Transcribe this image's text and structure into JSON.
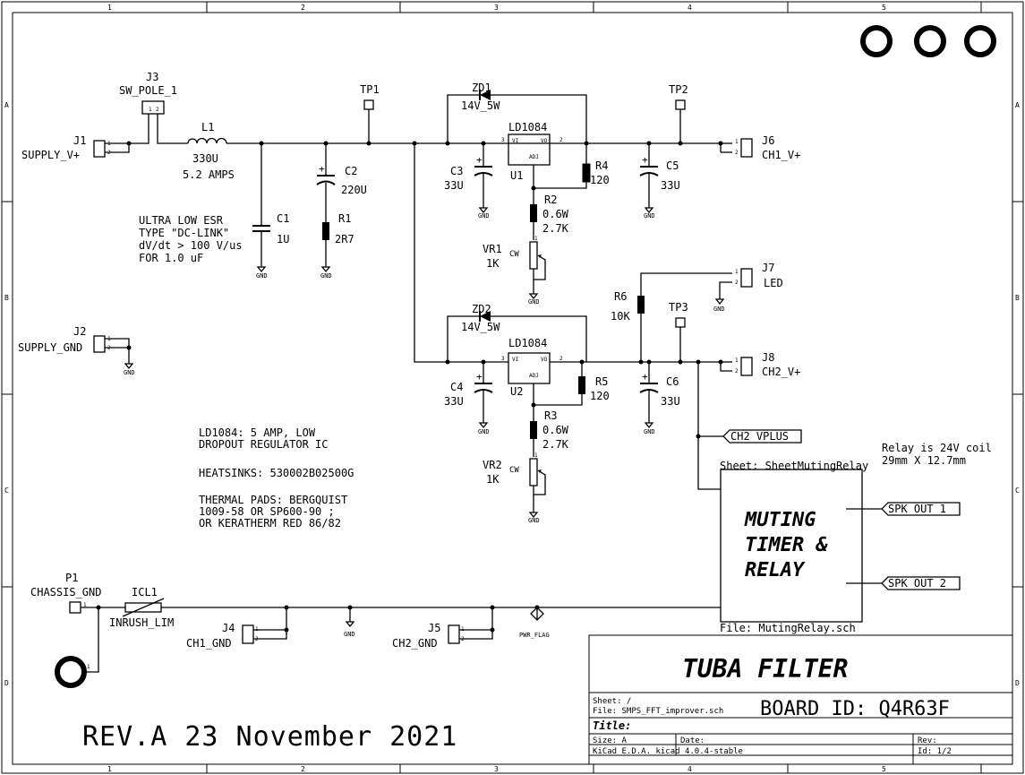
{
  "border": {
    "columns": [
      "1",
      "2",
      "3",
      "4",
      "5"
    ],
    "rows": [
      "A",
      "B",
      "C",
      "D"
    ]
  },
  "components": {
    "J1": {
      "ref": "J1",
      "value": "SUPPLY_V+"
    },
    "J2": {
      "ref": "J2",
      "value": "SUPPLY_GND"
    },
    "J3": {
      "ref": "J3",
      "value": "SW_POLE_1"
    },
    "J4": {
      "ref": "J4",
      "value": "CH1_GND"
    },
    "J5": {
      "ref": "J5",
      "value": "CH2_GND"
    },
    "J6": {
      "ref": "J6",
      "value": "CH1_V+"
    },
    "J7": {
      "ref": "J7",
      "value": "LED"
    },
    "J8": {
      "ref": "J8",
      "value": "CH2_V+"
    },
    "L1": {
      "ref": "L1",
      "value": "330U",
      "extra": "5.2 AMPS"
    },
    "C1": {
      "ref": "C1",
      "value": "1U"
    },
    "C2": {
      "ref": "C2",
      "value": "220U"
    },
    "C3": {
      "ref": "C3",
      "value": "33U"
    },
    "C4": {
      "ref": "C4",
      "value": "33U"
    },
    "C5": {
      "ref": "C5",
      "value": "33U"
    },
    "C6": {
      "ref": "C6",
      "value": "33U"
    },
    "R1": {
      "ref": "R1",
      "value": "2R7"
    },
    "R2": {
      "ref": "R2",
      "value": "0.6W",
      "extra": "2.7K"
    },
    "R3": {
      "ref": "R3",
      "value": "0.6W",
      "extra": "2.7K"
    },
    "R4": {
      "ref": "R4",
      "value": "120"
    },
    "R5": {
      "ref": "R5",
      "value": "120"
    },
    "R6": {
      "ref": "R6",
      "value": "10K"
    },
    "VR1": {
      "ref": "VR1",
      "value": "1K",
      "cw": "CW"
    },
    "VR2": {
      "ref": "VR2",
      "value": "1K",
      "cw": "CW"
    },
    "ZD1": {
      "ref": "ZD1",
      "value": "14V_5W"
    },
    "ZD2": {
      "ref": "ZD2",
      "value": "14V_5W"
    },
    "U1": {
      "ref": "U1",
      "value": "LD1084",
      "vi": "VI",
      "vo": "VO",
      "adj": "ADJ",
      "p1": "1",
      "p2": "2",
      "p3": "3"
    },
    "U2": {
      "ref": "U2",
      "value": "LD1084",
      "vi": "VI",
      "vo": "VO",
      "adj": "ADJ",
      "p1": "1",
      "p2": "2",
      "p3": "3"
    },
    "TP1": {
      "ref": "TP1"
    },
    "TP2": {
      "ref": "TP2"
    },
    "TP3": {
      "ref": "TP3"
    },
    "P1": {
      "ref": "P1",
      "value": "CHASSIS_GND"
    },
    "ICL1": {
      "ref": "ICL1",
      "value": "INRUSH_LIM"
    }
  },
  "pins": {
    "one": "1",
    "two": "2"
  },
  "gnd_label": "GND",
  "pwr_flag": "PWR_FLAG",
  "notes": {
    "esr": [
      "ULTRA LOW ESR",
      "TYPE \"DC-LINK\"",
      "dV/dt > 100 V/us",
      "FOR 1.0 uF"
    ],
    "reg": [
      "LD1084: 5 AMP, LOW",
      "DROPOUT REGULATOR IC"
    ],
    "heatsink": "HEATSINKS: 530002B02500G",
    "pads": [
      "THERMAL PADS: BERGQUIST",
      "1009-58  OR SP600-90 ;",
      "OR KERATHERM RED 86/82"
    ],
    "relay": [
      "Relay is 24V coil",
      "29mm X 12.7mm"
    ]
  },
  "labels": {
    "ch2_vplus": "CH2_VPLUS",
    "spk1": "SPK_OUT_1",
    "spk2": "SPK_OUT_2"
  },
  "subsheet": {
    "sheet_name": "Sheet: SheetMutingRelay",
    "file_name": "File: MutingRelay.sch",
    "title": [
      "MUTING",
      "TIMER &",
      "RELAY"
    ]
  },
  "title_block": {
    "title": "TUBA  FILTER",
    "board_id": "BOARD ID: Q4R63F",
    "sheet": "Sheet: /",
    "file": "File: SMPS_FFT_improver.sch",
    "title_label": "Title:",
    "size": "Size: A",
    "date": "Date:",
    "rev": "Rev:",
    "tool": "KiCad E.D.A.  kicad 4.0.4-stable",
    "id": "Id: 1/2"
  },
  "revision": "REV.A  23 November 2021"
}
